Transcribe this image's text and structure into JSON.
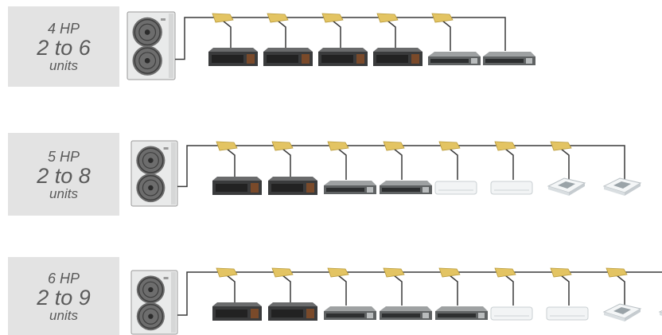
{
  "systems": [
    {
      "capacity": "4 HP",
      "range": "2 to 6",
      "unit_word": "units",
      "indoor_units": [
        "ducted",
        "ducted",
        "ducted",
        "ducted",
        "slim-ducted",
        "slim-ducted"
      ]
    },
    {
      "capacity": "5 HP",
      "range": "2 to 8",
      "unit_word": "units",
      "indoor_units": [
        "ducted",
        "ducted",
        "slim-ducted",
        "slim-ducted",
        "wall-mounted",
        "wall-mounted",
        "cassette",
        "cassette"
      ]
    },
    {
      "capacity": "6 HP",
      "range": "2 to 9",
      "unit_word": "units",
      "indoor_units": [
        "ducted",
        "ducted",
        "slim-ducted",
        "slim-ducted",
        "slim-ducted",
        "wall-mounted",
        "wall-mounted",
        "cassette",
        "cassette"
      ]
    }
  ],
  "colors": {
    "label_bg": "#e3e3e3",
    "label_text": "#5a5a5a",
    "pipe": "#3a3a3a",
    "branch_joint": "#e3c463",
    "ducted_body": "#3a3b3c",
    "slim_body": "#5f6263",
    "wall_body": "#f2f4f5",
    "outdoor_body": "#e9eaea",
    "fan": "#555555"
  },
  "icons": {
    "outdoor": "outdoor-unit-icon",
    "branch": "branch-joint-icon",
    "ducted": "ducted-unit-icon",
    "slim-ducted": "slim-ducted-unit-icon",
    "wall-mounted": "wall-mounted-unit-icon",
    "cassette": "cassette-unit-icon"
  }
}
